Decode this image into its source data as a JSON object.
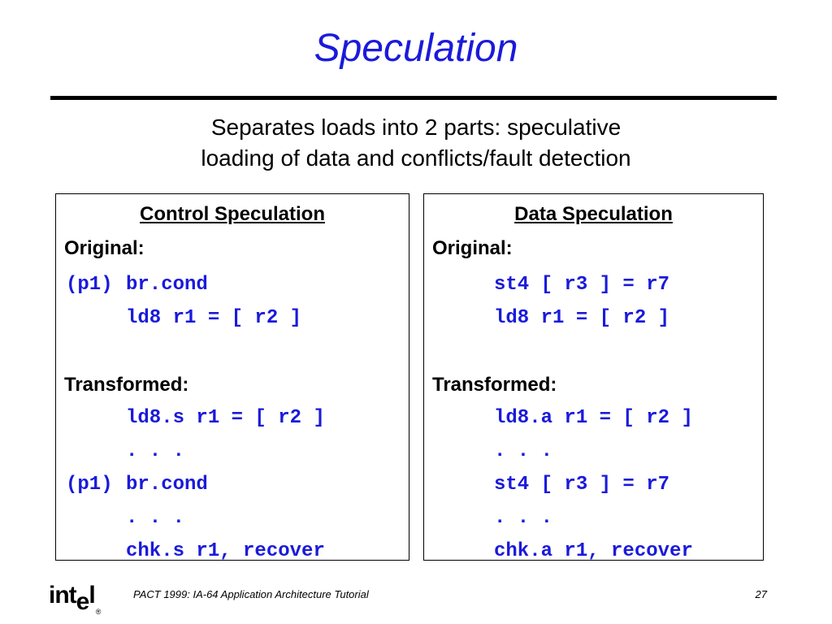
{
  "title": "Speculation",
  "subtitle": {
    "line1": "Separates loads into 2 parts: speculative",
    "line2": "loading of data and conflicts/fault detection"
  },
  "control_panel": {
    "heading": "Control Speculation",
    "original_label": "Original:",
    "original_lines": [
      {
        "pred": "(p1)",
        "instr": "br.cond"
      },
      {
        "pred": "",
        "instr": "ld8 r1 = [ r2 ]"
      }
    ],
    "transformed_label": "Transformed:",
    "transformed_lines": [
      {
        "pred": "",
        "instr": "ld8.s r1 = [ r2 ]"
      },
      {
        "pred": "",
        "instr": ". . ."
      },
      {
        "pred": "(p1)",
        "instr": "br.cond"
      },
      {
        "pred": "",
        "instr": ". . ."
      },
      {
        "pred": "",
        "instr": "chk.s r1, recover"
      }
    ]
  },
  "data_panel": {
    "heading": "Data Speculation",
    "original_label": "Original:",
    "original_lines": [
      {
        "pred": "",
        "instr": "st4 [ r3 ] = r7"
      },
      {
        "pred": "",
        "instr": "ld8 r1 = [ r2 ]"
      }
    ],
    "transformed_label": "Transformed:",
    "transformed_lines": [
      {
        "pred": "",
        "instr": "ld8.a r1 = [ r2 ]"
      },
      {
        "pred": "",
        "instr": ". . ."
      },
      {
        "pred": "",
        "instr": "st4 [ r3 ] = r7"
      },
      {
        "pred": "",
        "instr": ". . ."
      },
      {
        "pred": "",
        "instr": "chk.a r1, recover"
      }
    ]
  },
  "footer": {
    "logo_text": "intel",
    "logo_reg": "®",
    "text": "PACT 1999: IA-64 Application Architecture Tutorial",
    "page": "27"
  },
  "colors": {
    "accent": "#1a1adb",
    "text": "#000000",
    "background": "#ffffff"
  }
}
